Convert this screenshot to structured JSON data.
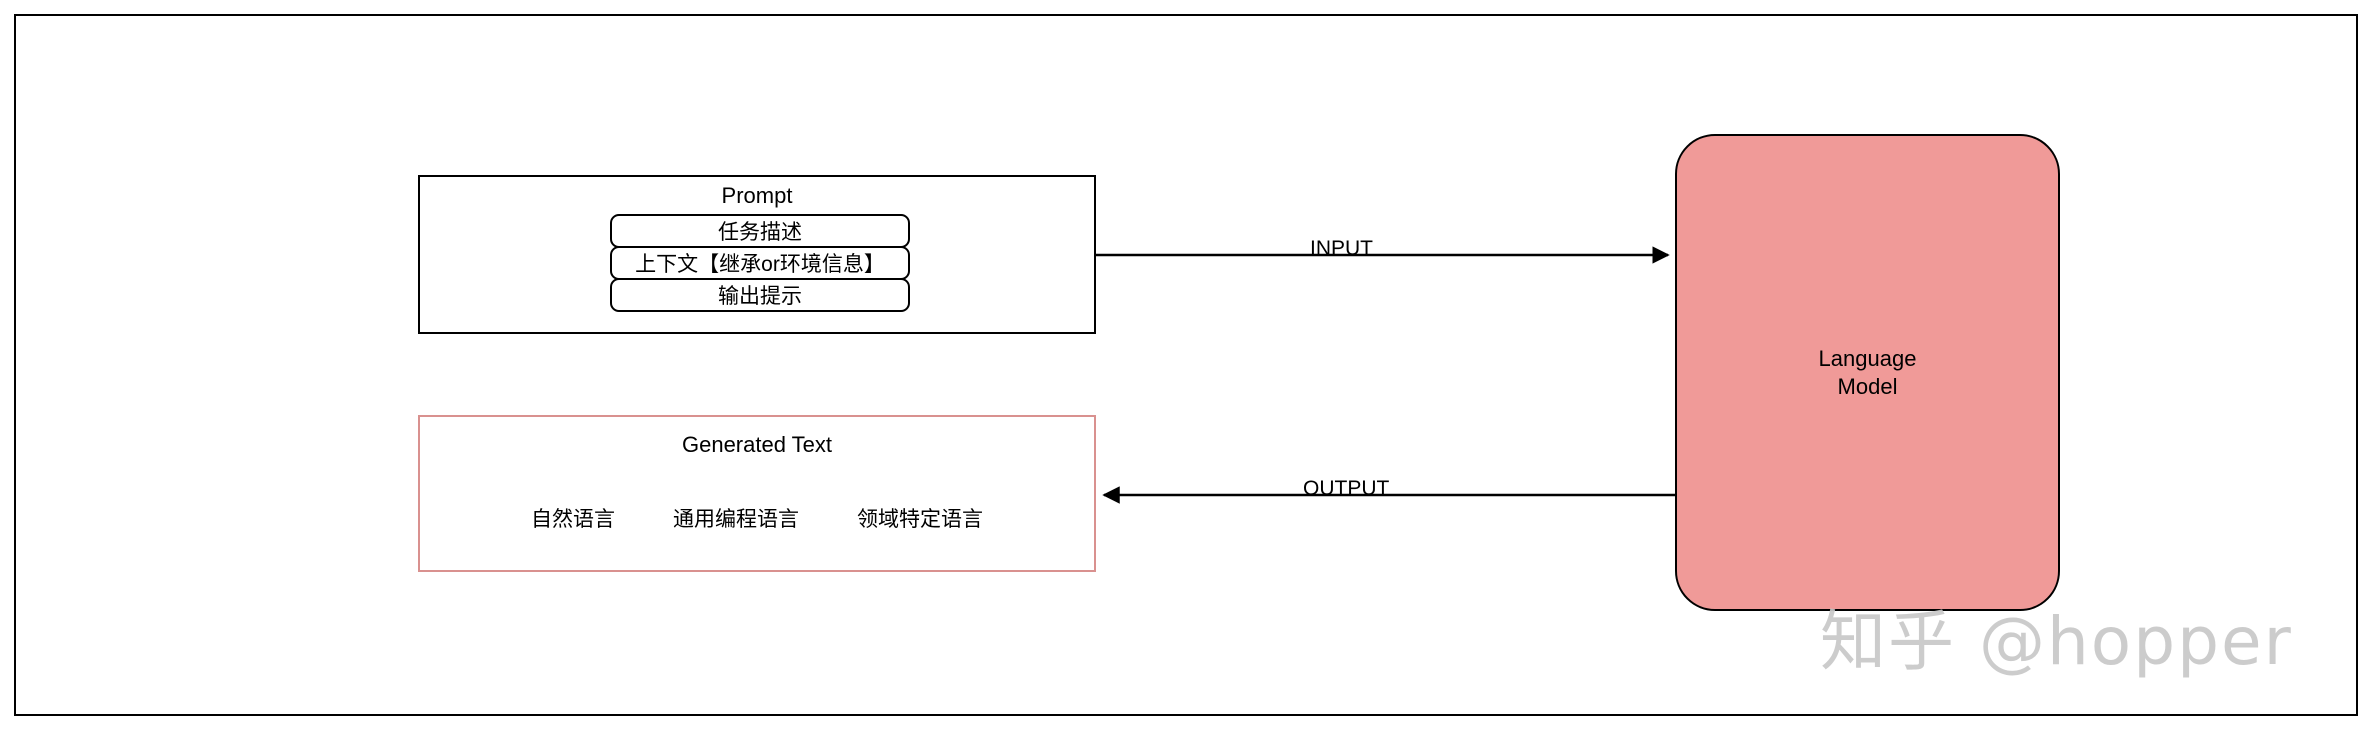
{
  "diagram": {
    "prompt": {
      "title": "Prompt",
      "items": [
        {
          "label": "任务描述"
        },
        {
          "label": "上下文【继承or环境信息】"
        },
        {
          "label": "输出提示"
        }
      ]
    },
    "generated": {
      "title": "Generated Text",
      "tags": [
        {
          "label": "自然语言"
        },
        {
          "label": "通用编程语言"
        },
        {
          "label": "领域特定语言"
        }
      ]
    },
    "model": {
      "label": "Language\nModel"
    },
    "edges": [
      {
        "id": "input",
        "label": "INPUT",
        "direction": "right"
      },
      {
        "id": "output",
        "label": "OUTPUT",
        "direction": "left"
      }
    ],
    "watermark": "知乎 @hopper",
    "colors": {
      "model_fill": "#f09a98",
      "model_stroke": "#000000",
      "generated_stroke": "#d9918f",
      "prompt_stroke": "#000000",
      "frame_stroke": "#000000",
      "watermark": "#c8c8c8"
    }
  }
}
